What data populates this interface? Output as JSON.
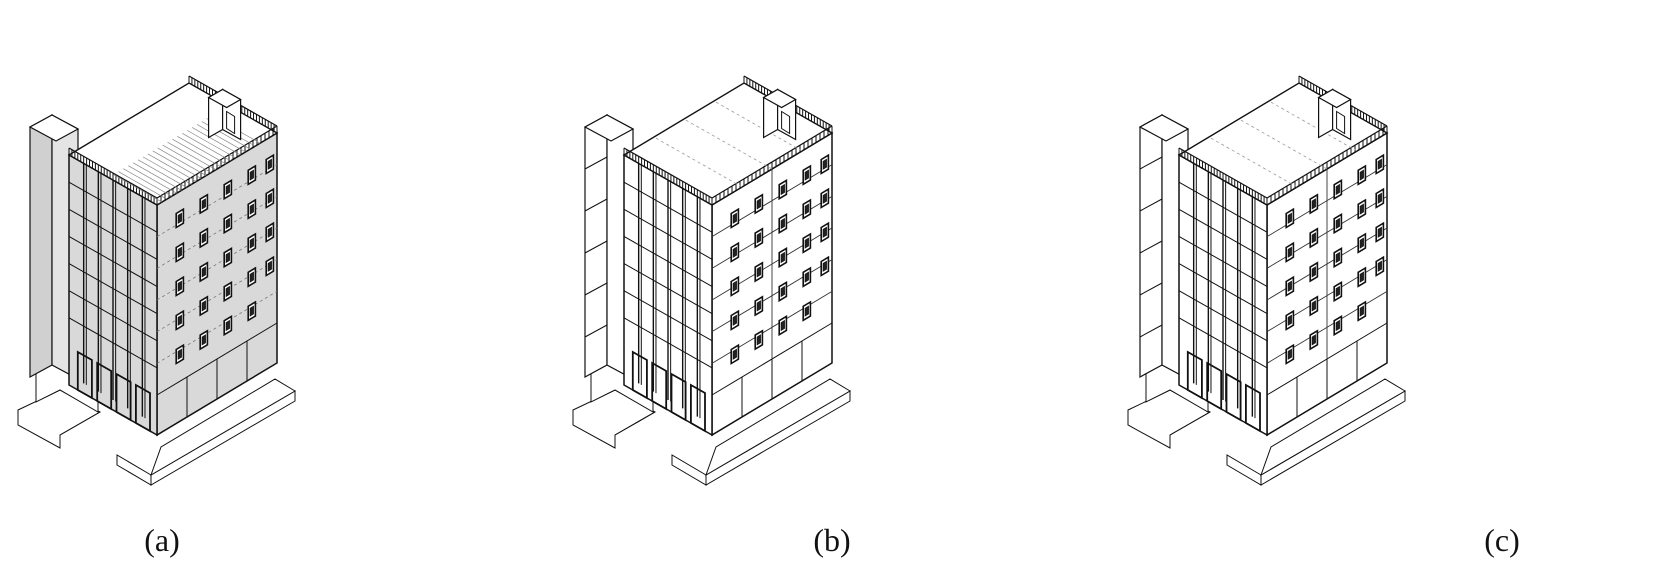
{
  "panels": [
    {
      "label": "(a)",
      "facade": "shaded",
      "roof_hatch": true,
      "facade_color": "#d9d9d9"
    },
    {
      "label": "(b)",
      "facade": "panelized",
      "roof_hatch": false,
      "facade_color": "#ffffff"
    },
    {
      "label": "(c)",
      "facade": "panelized",
      "roof_hatch": false,
      "facade_color": "#ffffff"
    }
  ]
}
